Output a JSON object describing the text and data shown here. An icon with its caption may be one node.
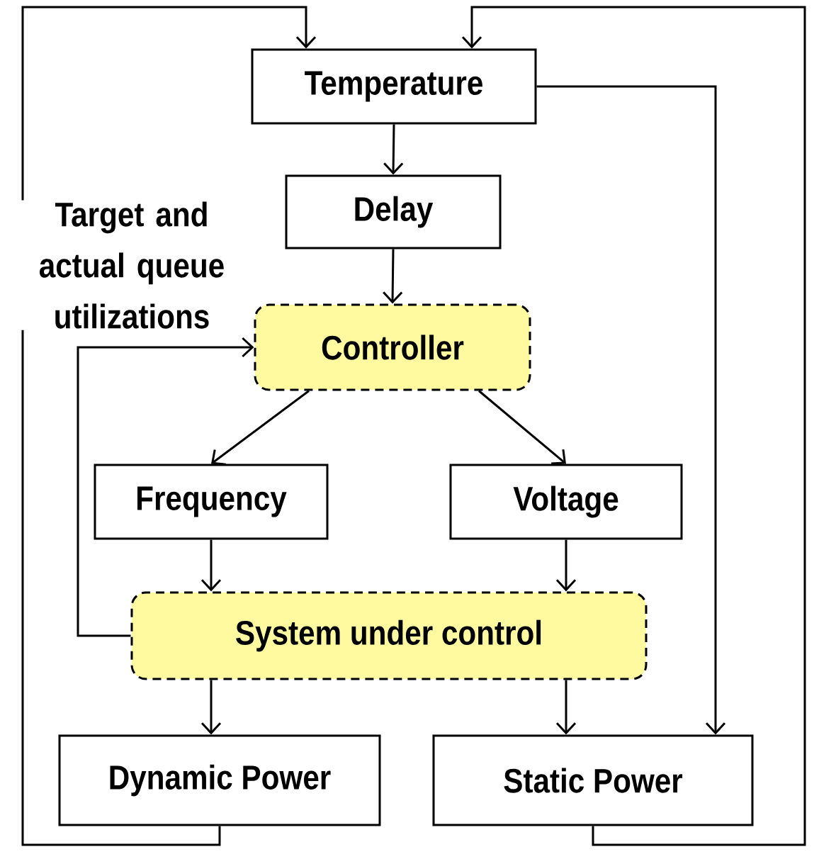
{
  "diagram": {
    "nodes": [
      {
        "text": [
          "Temperature"
        ]
      },
      {
        "text": [
          "Delay"
        ]
      },
      {
        "text": [
          "Controller"
        ]
      },
      {
        "text": [
          "Frequency"
        ]
      },
      {
        "text": [
          "Voltage"
        ]
      },
      {
        "text": [
          "System under control"
        ]
      },
      {
        "text": [
          "Dynamic Power"
        ]
      },
      {
        "text": [
          "Static Power"
        ]
      }
    ],
    "edges": [
      {
        "from": 0,
        "to": 1,
        "arrow": "to"
      },
      {
        "from": 1,
        "to": 2,
        "arrow": "to"
      },
      {
        "from": 2,
        "to": 3,
        "arrow": "to"
      },
      {
        "from": 2,
        "to": 4,
        "arrow": "to"
      },
      {
        "from": 3,
        "to": 5,
        "arrow": "to"
      },
      {
        "from": 4,
        "to": 5,
        "arrow": "to"
      },
      {
        "from": 5,
        "to": 2,
        "arrow": "to",
        "label": "Target and actual queue utilizations"
      },
      {
        "from": 5,
        "to": 6,
        "arrow": "to"
      },
      {
        "from": 5,
        "to": 7,
        "arrow": "to"
      },
      {
        "from": 0,
        "to": 7,
        "arrow": "to"
      },
      {
        "from": 6,
        "to": 0,
        "arrow": "to"
      },
      {
        "from": 7,
        "to": 0,
        "arrow": "to"
      }
    ]
  }
}
